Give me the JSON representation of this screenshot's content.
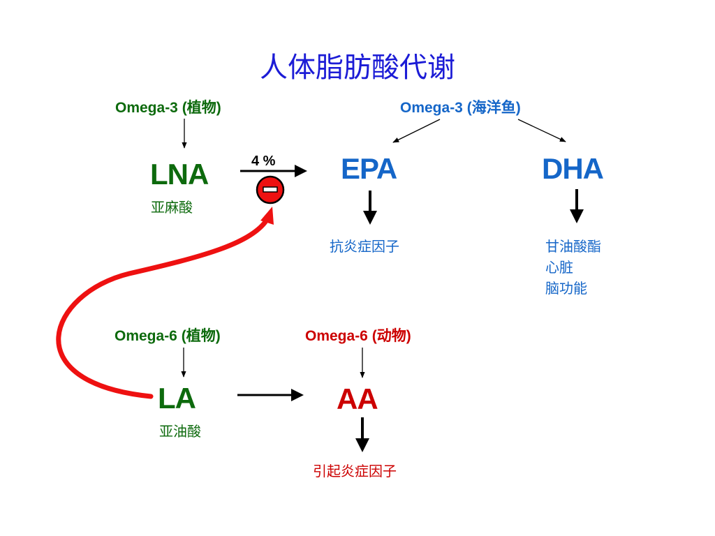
{
  "colors": {
    "title": "#1c1cd6",
    "plant_green": "#0d6a0d",
    "marine_blue": "#1566c8",
    "animal_red": "#cc0000",
    "inhibit_red": "#ee1111"
  },
  "title": "人体脂肪酸代谢",
  "omega3_plant": {
    "label": "Omega-3 (植物)"
  },
  "omega3_fish": {
    "label": "Omega-3 (海洋鱼)"
  },
  "omega6_plant": {
    "label": "Omega-6 (植物)"
  },
  "omega6_animal": {
    "label": "Omega-6 (动物)"
  },
  "lna": {
    "abbr": "LNA",
    "name": "亚麻酸"
  },
  "epa": {
    "abbr": "EPA",
    "effect": "抗炎症因子"
  },
  "dha": {
    "abbr": "DHA",
    "effects": [
      "甘油酸酯",
      "心脏",
      "脑功能"
    ]
  },
  "la": {
    "abbr": "LA",
    "name": "亚油酸"
  },
  "aa": {
    "abbr": "AA",
    "effect": "引起炎症因子"
  },
  "conversion": {
    "rate": "4 %",
    "inhibit_symbol": "–"
  },
  "icons": {
    "inhibit": "minus-circle-icon"
  }
}
